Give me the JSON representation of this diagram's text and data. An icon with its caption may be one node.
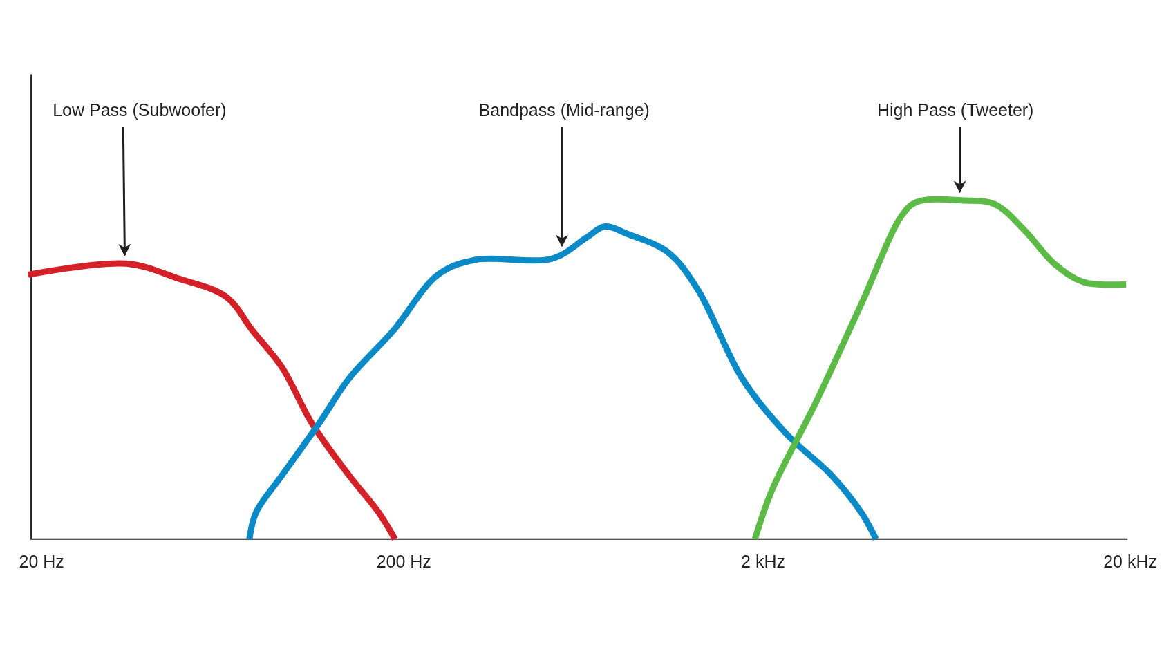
{
  "diagram": {
    "nodes": [
      {
        "text": [
          "Low Pass (Subwoofer)"
        ]
      },
      {
        "text": [
          "Bandpass (Mid-range)"
        ]
      },
      {
        "text": [
          "High Pass (Tweeter)"
        ]
      },
      {
        "text": [],
        "shape": "curve"
      },
      {
        "text": [],
        "shape": "curve"
      },
      {
        "text": [],
        "shape": "curve"
      }
    ],
    "edges": [
      {
        "from": 0,
        "to": 3,
        "arrow": "to"
      },
      {
        "from": 1,
        "to": 4,
        "arrow": "to"
      },
      {
        "from": 2,
        "to": 5,
        "arrow": "to"
      }
    ],
    "labels": [
      "20 Hz",
      "200 Hz",
      "2 kHz",
      "20 kHz"
    ]
  }
}
